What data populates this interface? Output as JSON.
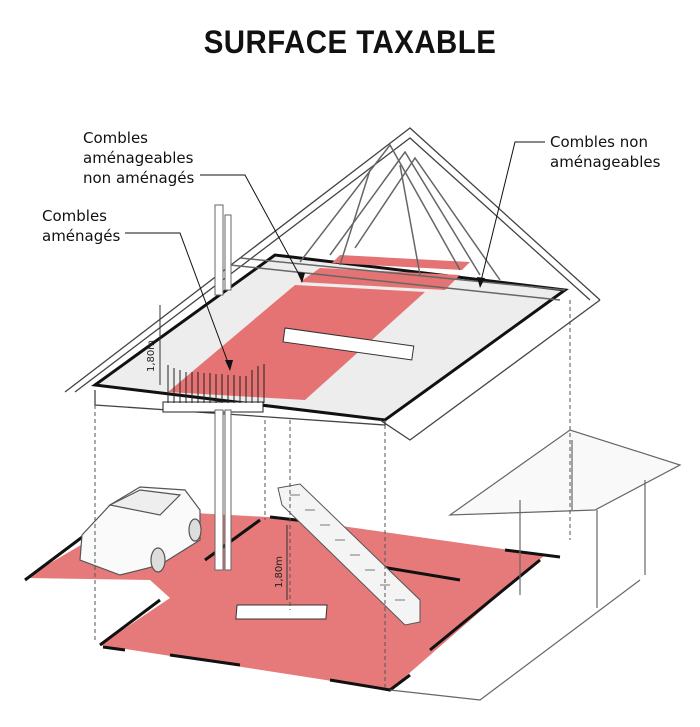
{
  "title": "SURFACE TAXABLE",
  "labels": {
    "amenageables_non_amenages": [
      "Combles",
      "aménageables",
      "non aménagés"
    ],
    "amenages": [
      "Combles",
      "aménagés"
    ],
    "non_amenageables": [
      "Combles non",
      "aménageables"
    ]
  },
  "dimensions": {
    "attic_height": "1,80m",
    "stair_height": "1,80m"
  },
  "colors": {
    "taxable": "#e57373",
    "line": "#111111"
  }
}
